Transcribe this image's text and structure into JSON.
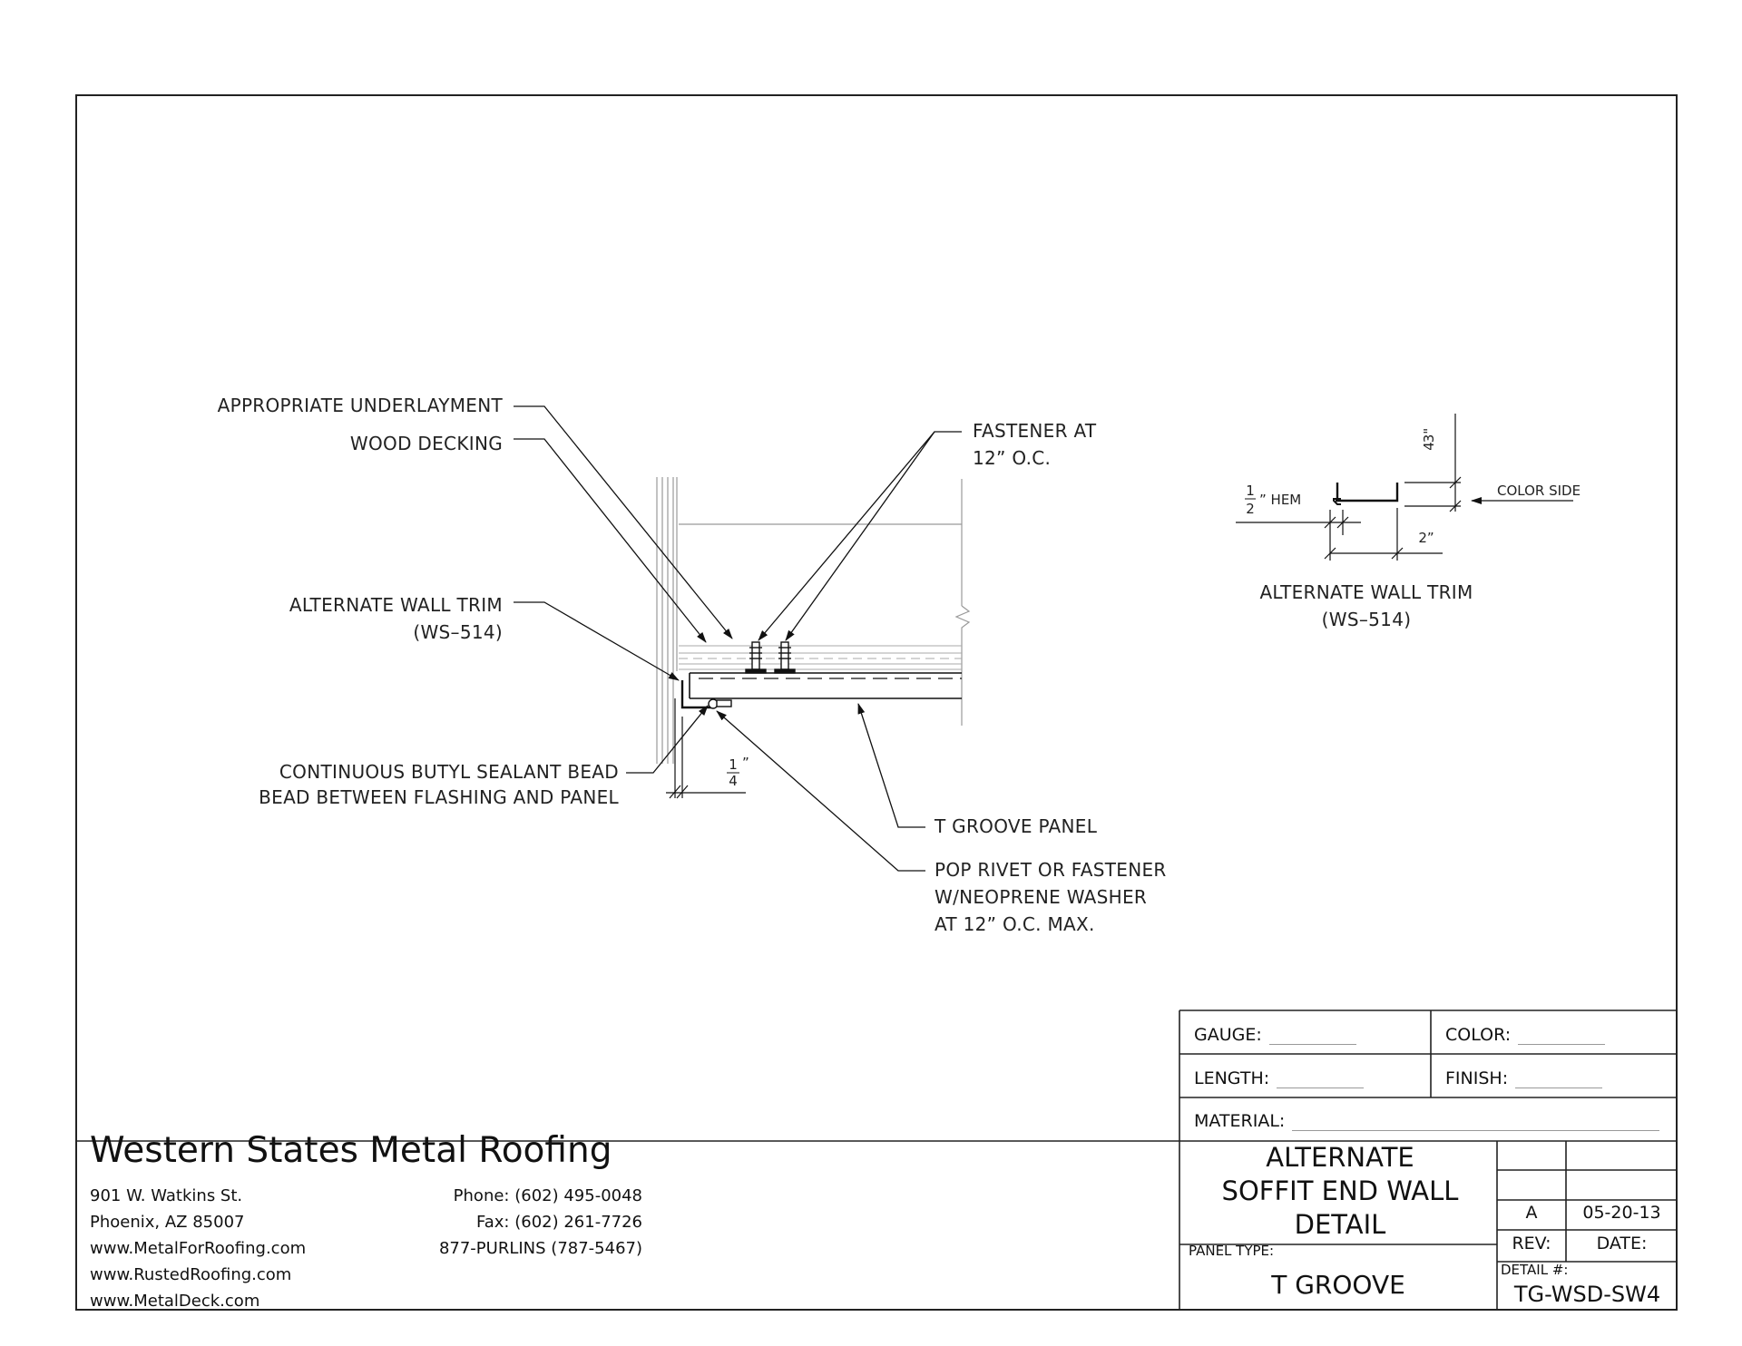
{
  "callouts": {
    "underlayment": "APPROPRIATE UNDERLAYMENT",
    "wood_decking": "WOOD DECKING",
    "wall_trim_line1": "ALTERNATE WALL TRIM",
    "wall_trim_line2": "(WS–514)",
    "sealant_line1": "CONTINUOUS BUTYL SEALANT BEAD",
    "sealant_line2": "BEAD BETWEEN FLASHING AND PANEL",
    "fastener_line1": "FASTENER AT",
    "fastener_line2": "12” O.C.",
    "panel": "T GROOVE PANEL",
    "rivet_line1": "POP RIVET OR FASTENER",
    "rivet_line2": "W/NEOPRENE WASHER",
    "rivet_line3": "AT 12” O.C. MAX.",
    "quarter_num": "1",
    "quarter_den": "4"
  },
  "trim_detail": {
    "hem_num": "1",
    "hem_den": "2",
    "hem_label": "” HEM",
    "height_label": "3\"",
    "height_den": "4",
    "width_label": "2”",
    "color_side": "COLOR SIDE",
    "caption_line1": "ALTERNATE WALL TRIM",
    "caption_line2": "(WS–514)"
  },
  "company": {
    "name": "Western States Metal Roofing",
    "address1": "901 W. Watkins St.",
    "address2": "Phoenix, AZ 85007",
    "web1": "www.MetalForRoofing.com",
    "web2": "www.RustedRoofing.com",
    "web3": "www.MetalDeck.com",
    "phone": "Phone: (602) 495-0048",
    "fax": "Fax: (602) 261-7726",
    "tollfree": "877-PURLINS (787-5467)"
  },
  "title_block": {
    "gauge": "GAUGE:",
    "color": "COLOR:",
    "length": "LENGTH:",
    "finish": "FINISH:",
    "material": "MATERIAL:",
    "title_line1": "ALTERNATE",
    "title_line2": "SOFFIT END WALL",
    "title_line3": "DETAIL",
    "panel_type_label": "PANEL TYPE:",
    "panel_type": "T GROOVE",
    "rev": "A",
    "rev_label": "REV:",
    "date": "05-20-13",
    "date_label": "DATE:",
    "detail_label": "DETAIL #:",
    "detail_number": "TG-WSD-SW4"
  }
}
